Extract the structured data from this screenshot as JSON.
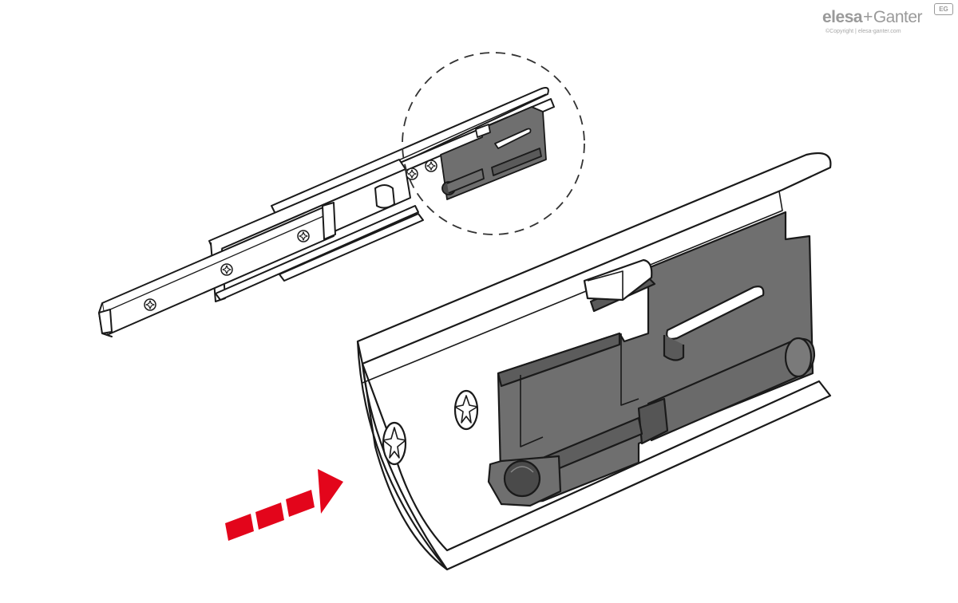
{
  "logo": {
    "brand_left": "elesa",
    "plus": "+",
    "brand_right": "Ganter",
    "badge": "EG",
    "copyright": "©Copyright | elesa-ganter.com"
  },
  "colors": {
    "outline": "#1a1a1a",
    "rail_fill": "#ffffff",
    "mechanism_fill": "#6f6f6f",
    "mechanism_dark": "#4a4a4a",
    "arrow": "#e3051b",
    "dash_circle": "#333333",
    "logo": "#9a9a9a"
  },
  "icons": [
    "arrow-icon",
    "screw-hole-icon",
    "magnifier-circle-icon"
  ]
}
